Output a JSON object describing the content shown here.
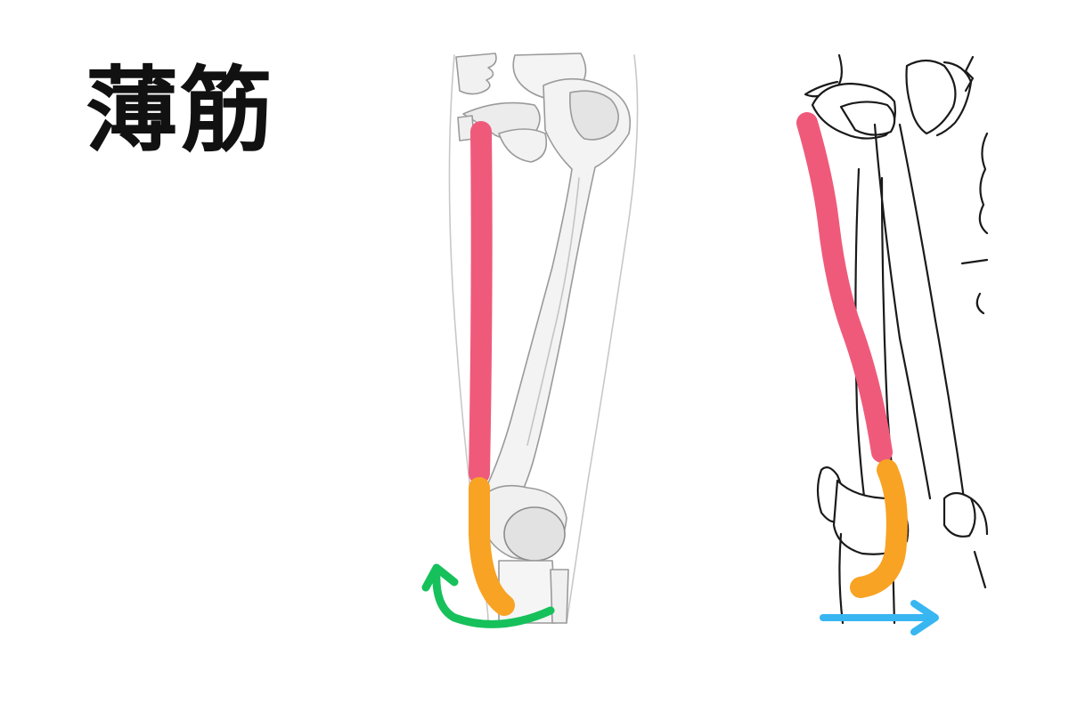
{
  "title": "薄筋",
  "colors": {
    "background": "#ffffff",
    "muscle_belly": "#ef5a7b",
    "tendon": "#f8a323",
    "rotation_arrow": "#16c05b",
    "direction_arrow": "#38b6f2",
    "bone_outline": "#1a1a1a",
    "bone_shade": "#e6e6e6"
  },
  "figures": [
    {
      "id": "front-view",
      "view": "anterior",
      "arrow": "curved-rotation-arrow"
    },
    {
      "id": "side-view",
      "view": "medial",
      "arrow": "straight-right-arrow"
    }
  ]
}
